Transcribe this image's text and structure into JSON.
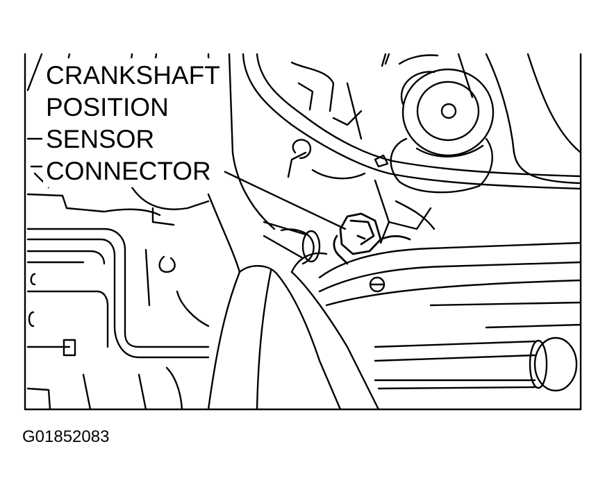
{
  "callout": {
    "lines": [
      "CRANKSHAFT",
      "POSITION",
      "SENSOR",
      "CONNECTOR"
    ]
  },
  "figure_id": "G01852083",
  "colors": {
    "line": "#000000",
    "background": "#ffffff"
  }
}
